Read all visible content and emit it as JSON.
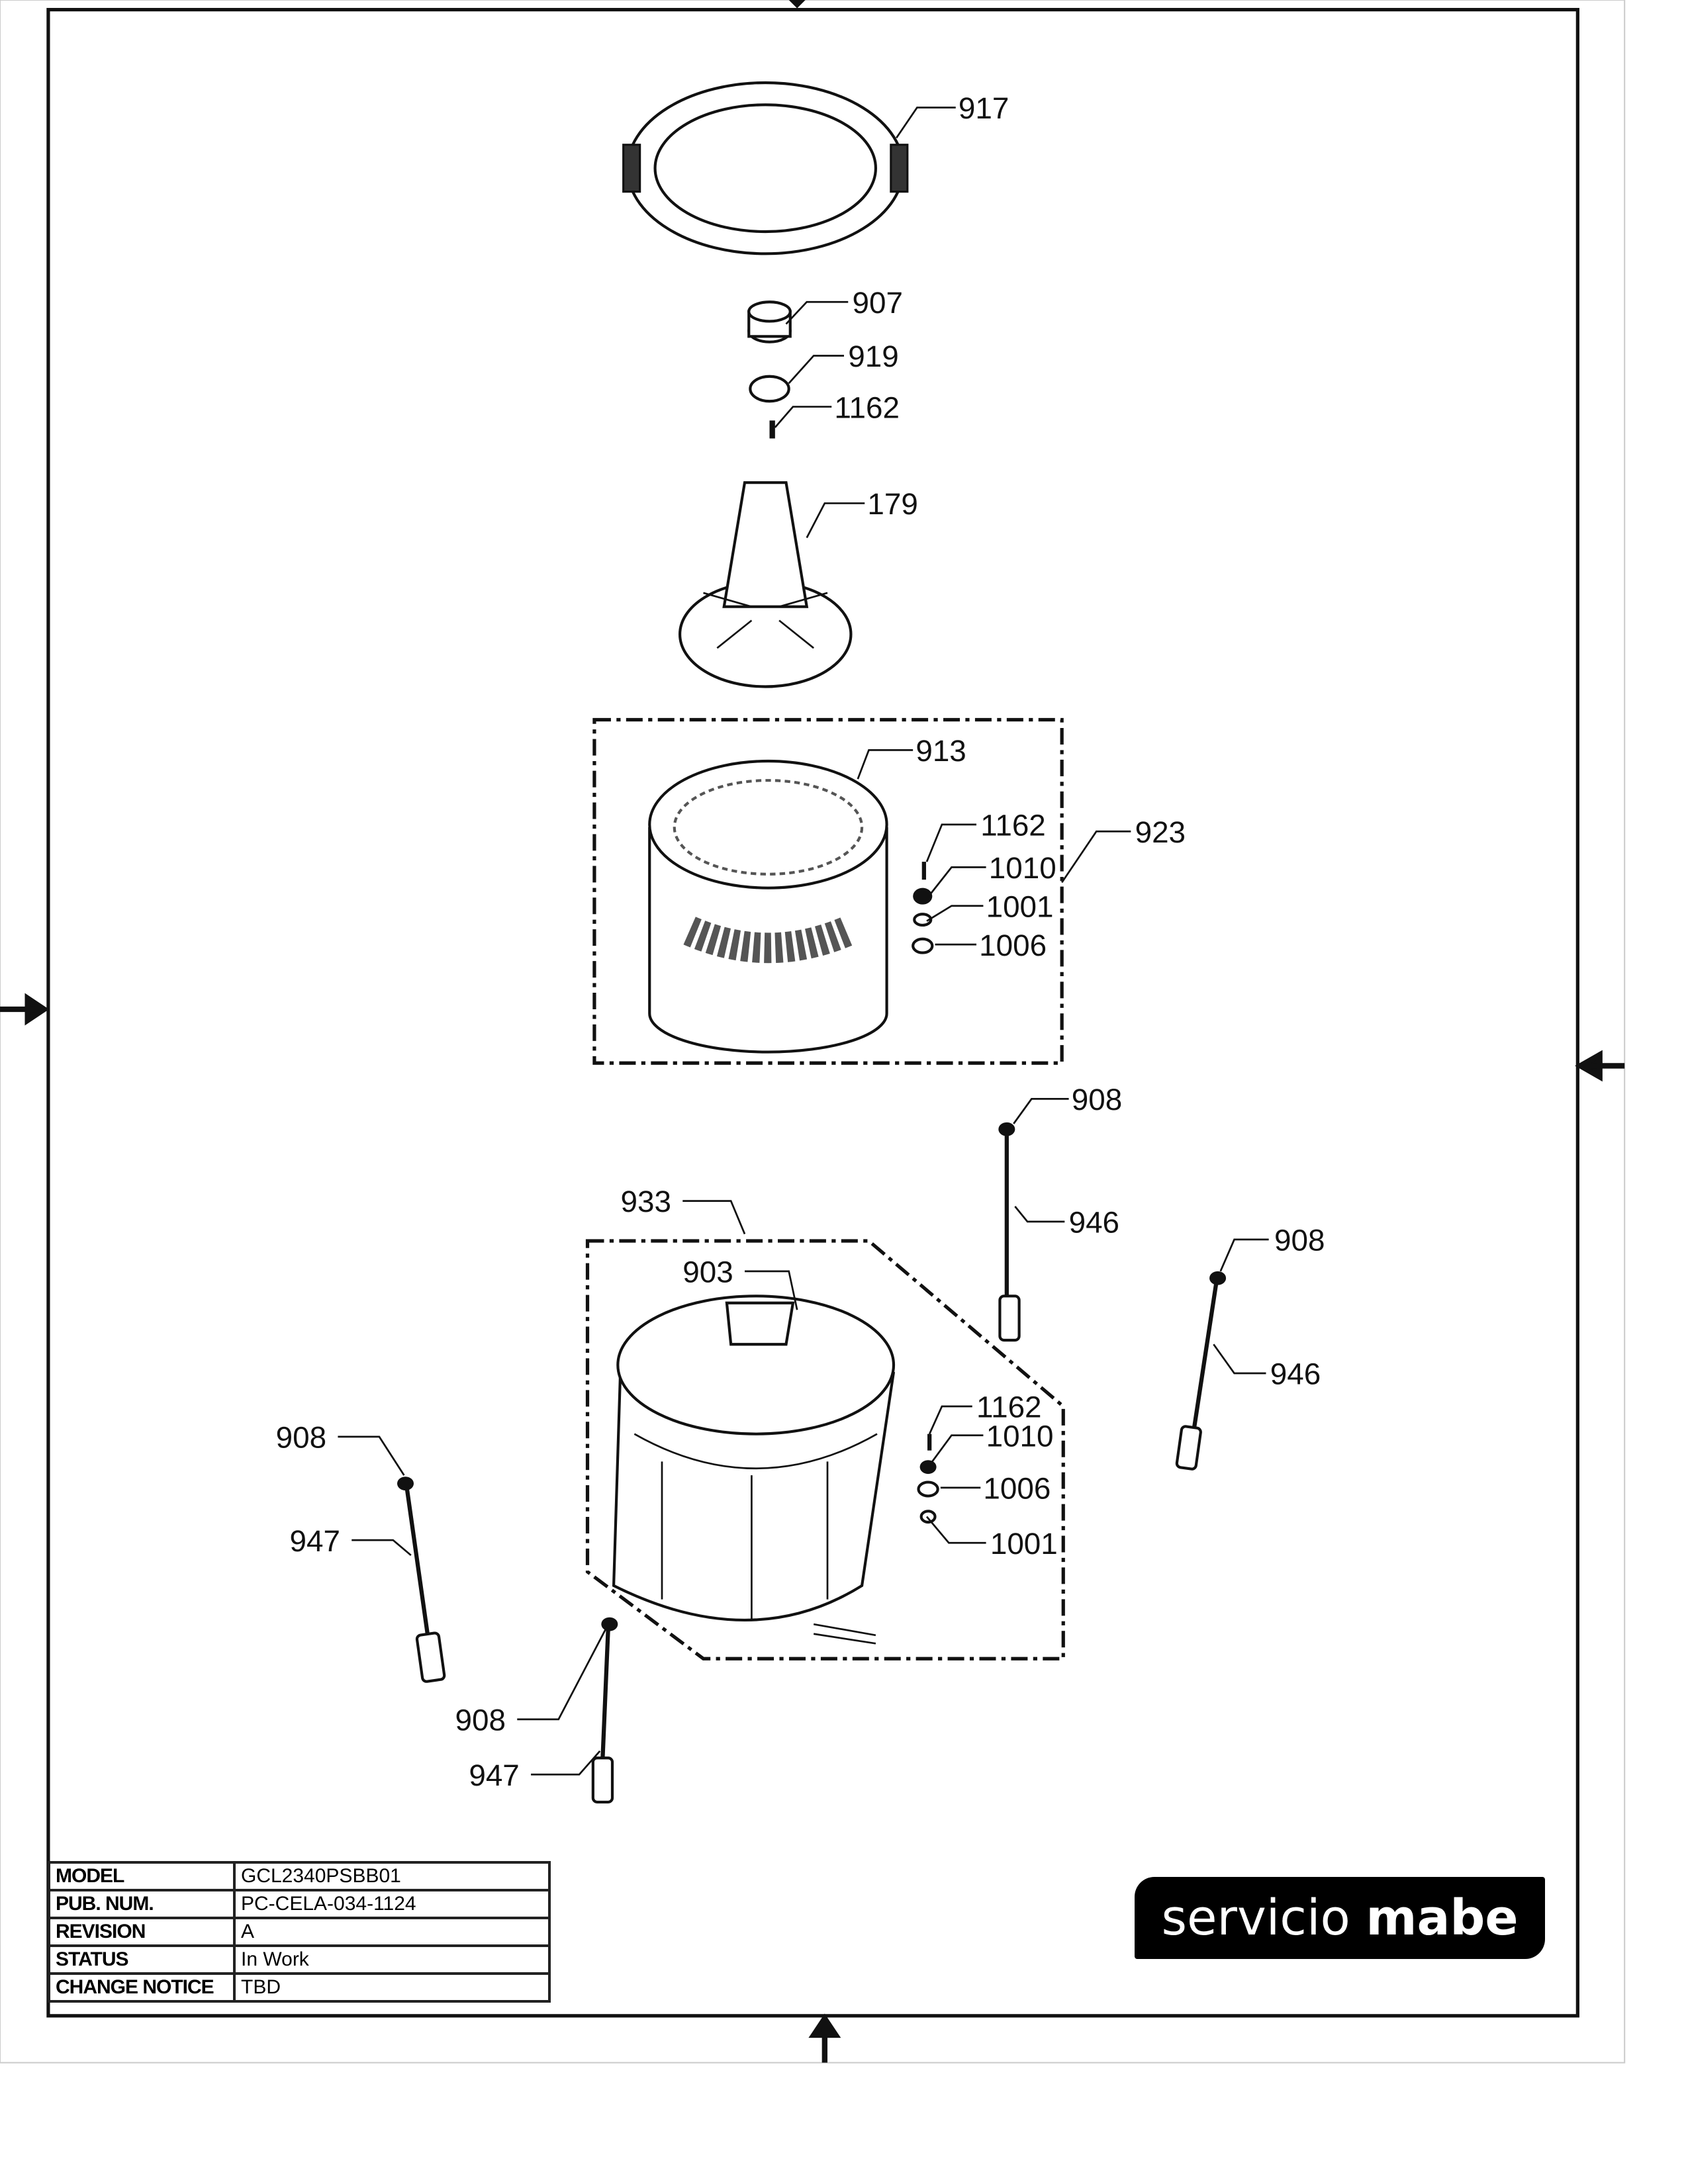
{
  "callouts": [
    "917",
    "907",
    "919",
    "1162",
    "179",
    "913",
    "1162",
    "1010",
    "1001",
    "1006",
    "923",
    "908",
    "946",
    "908",
    "946",
    "933",
    "903",
    "1162",
    "1010",
    "1006",
    "1001",
    "908",
    "947",
    "908",
    "947"
  ],
  "title_block": {
    "rows": [
      {
        "key": "MODEL",
        "value": "GCL2340PSBB01"
      },
      {
        "key": "PUB. NUM.",
        "value": "PC-CELA-034-1124"
      },
      {
        "key": "REVISION",
        "value": "A"
      },
      {
        "key": "STATUS",
        "value": "In Work"
      },
      {
        "key": "CHANGE NOTICE",
        "value": "TBD"
      }
    ]
  },
  "logo": {
    "light": "servicio",
    "bold": "mabe"
  }
}
